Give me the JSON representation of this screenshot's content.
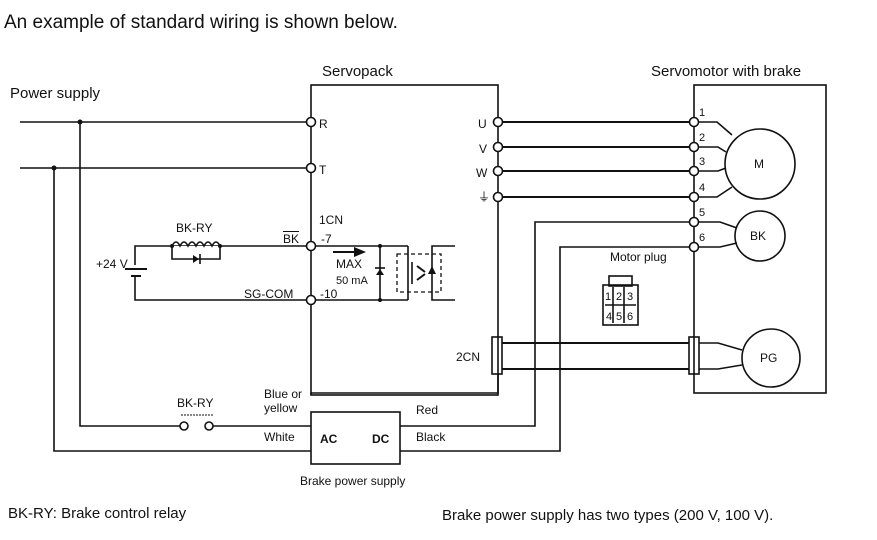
{
  "heading": "An example of standard wiring is shown below.",
  "labels": {
    "power_supply": "Power supply",
    "servopack": "Servopack",
    "servomotor": "Servomotor with brake",
    "terminal_r": "R",
    "terminal_t": "T",
    "bk_ry_coil": "BK-RY",
    "plus_24v": "+24 V",
    "bk_signal": "BK",
    "cn1": "1CN",
    "pin_7": "-7",
    "sg_com": "SG-COM",
    "pin_10": "-10",
    "max": "MAX",
    "max_current": "50 mA",
    "out_u": "U",
    "out_v": "V",
    "out_w": "W",
    "out_ground": "⏚",
    "cn2": "2CN",
    "motor": "M",
    "brake": "BK",
    "encoder": "PG",
    "motor_plug": "Motor plug",
    "bk_ry_contact": "BK-RY",
    "blue_or": "Blue or",
    "yellow": "yellow",
    "white": "White",
    "red": "Red",
    "black": "Black",
    "ac": "AC",
    "dc": "DC",
    "brake_power_supply": "Brake power supply"
  },
  "motor_pins": [
    "1",
    "2",
    "3",
    "4",
    "5",
    "6"
  ],
  "plug_pins": [
    "1",
    "2",
    "3",
    "4",
    "5",
    "6"
  ],
  "footnotes": {
    "left": "BK-RY: Brake control relay",
    "right": "Brake power supply has two types (200 V, 100 V)."
  }
}
